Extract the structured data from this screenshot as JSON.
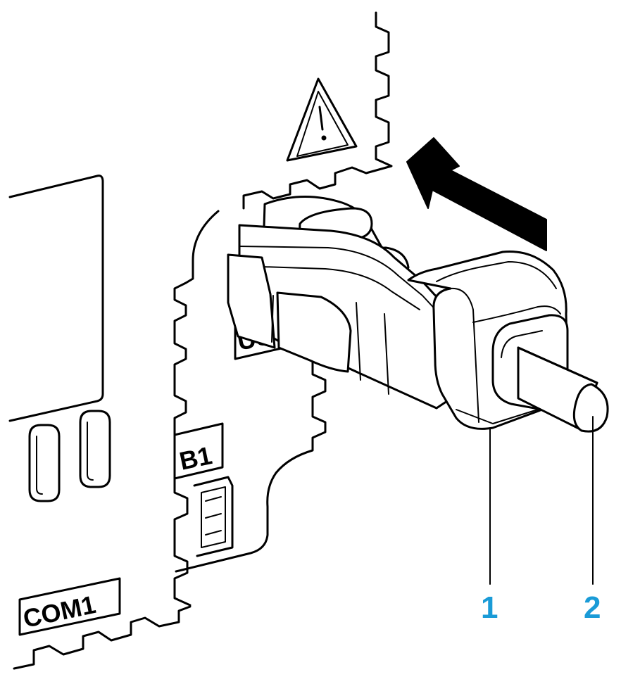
{
  "labels": {
    "com_port": "COM1",
    "b_port": "B1",
    "usb_port": "US"
  },
  "callouts": [
    {
      "number": "1",
      "target": "usb-connector"
    },
    {
      "number": "2",
      "target": "usb-cable"
    }
  ],
  "colors": {
    "callout": "#1a9bd7",
    "line": "#000000",
    "background": "#ffffff"
  },
  "icons": {
    "warning": "warning-triangle-icon",
    "arrow": "insert-direction-arrow-icon"
  }
}
